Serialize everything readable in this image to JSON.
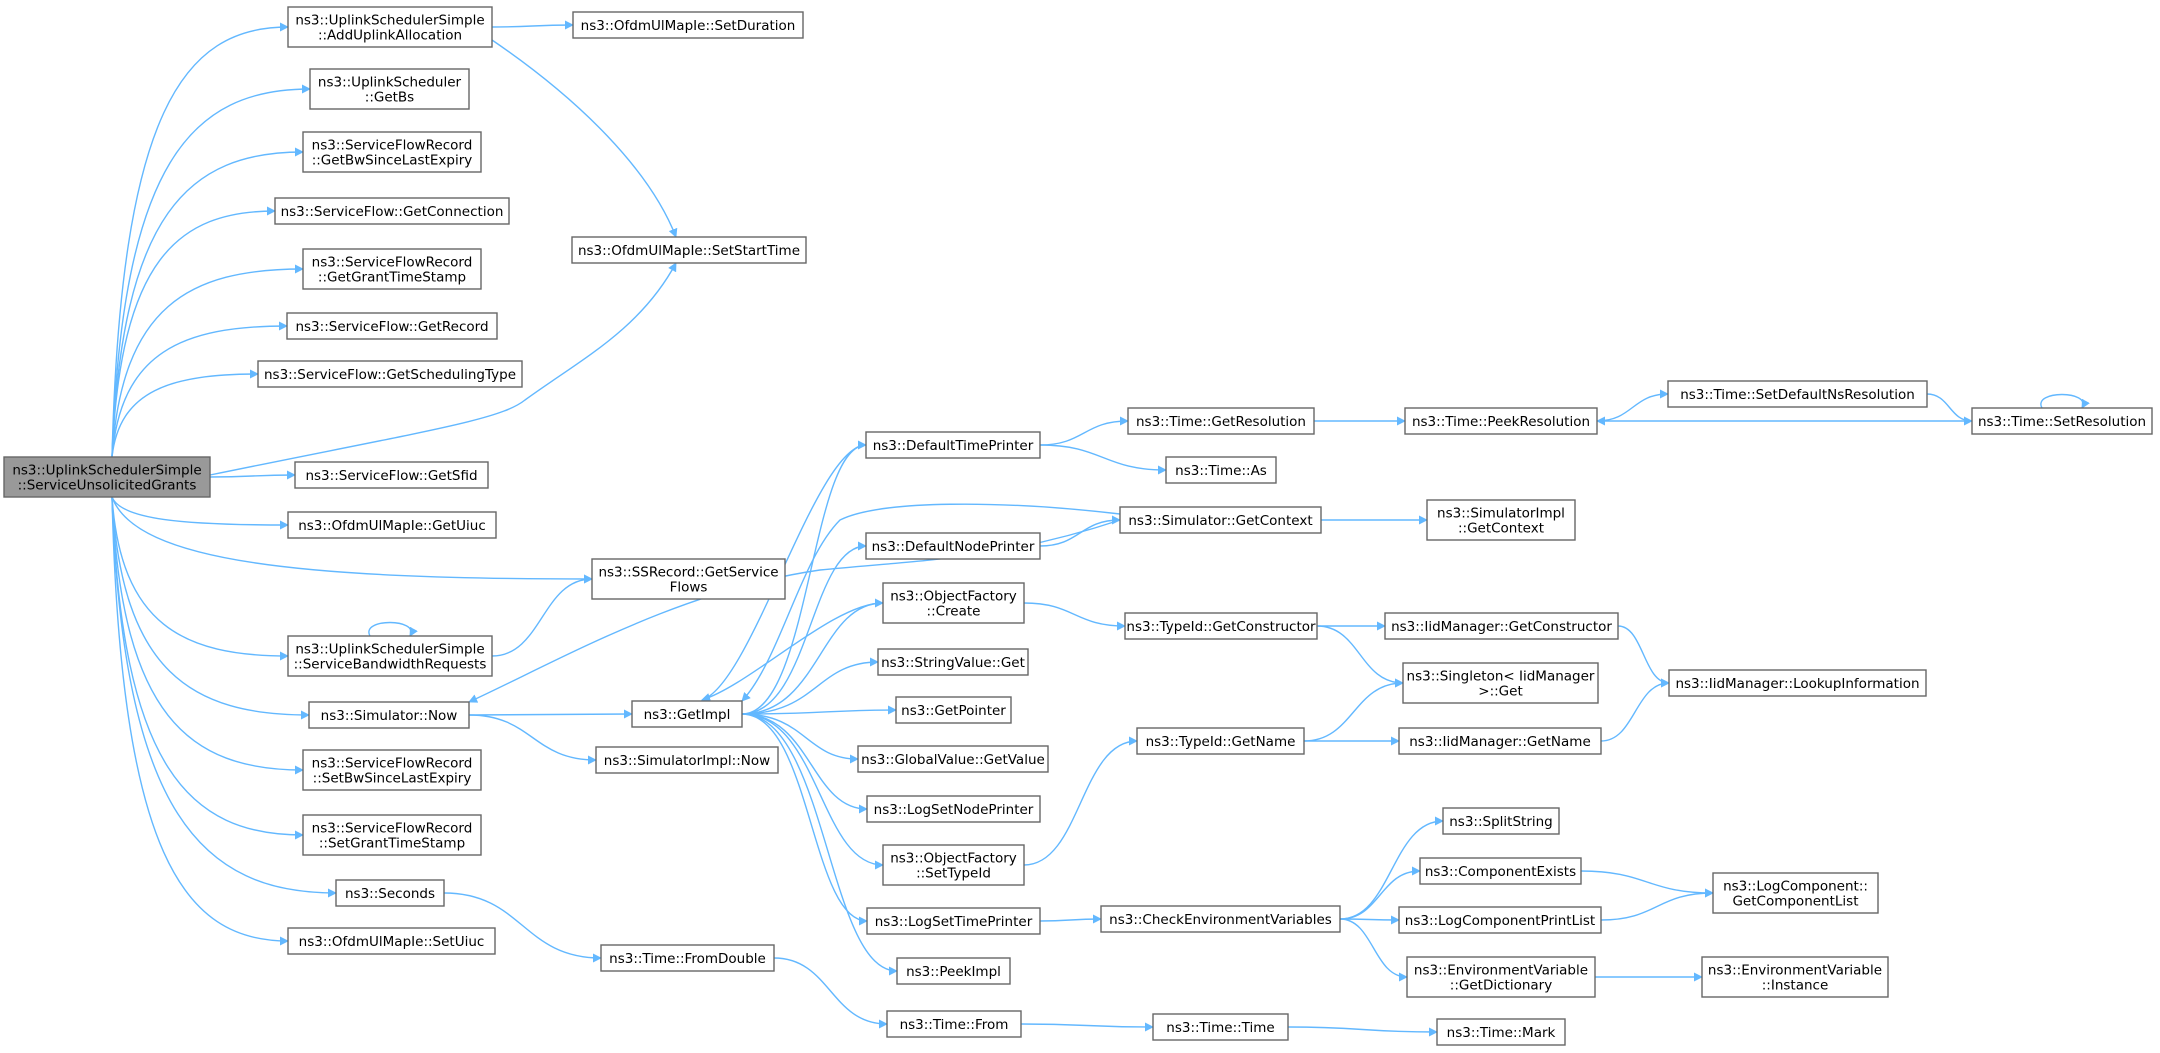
{
  "diagram": {
    "type": "call-graph",
    "colors": {
      "edge": "#63b8ff",
      "root_fill": "#999999",
      "node_border": "#666666"
    },
    "nodes": [
      {
        "id": "root",
        "lines": [
          "ns3::UplinkSchedulerSimple",
          "::ServiceUnsolicitedGrants"
        ],
        "highlight": true
      },
      {
        "id": "addUplink",
        "lines": [
          "ns3::UplinkSchedulerSimple",
          "::AddUplinkAllocation"
        ]
      },
      {
        "id": "setDuration",
        "lines": [
          "ns3::OfdmUlMapIe::SetDuration"
        ]
      },
      {
        "id": "getBs",
        "lines": [
          "ns3::UplinkScheduler",
          "::GetBs"
        ]
      },
      {
        "id": "getBwSince",
        "lines": [
          "ns3::ServiceFlowRecord",
          "::GetBwSinceLastExpiry"
        ]
      },
      {
        "id": "getConnection",
        "lines": [
          "ns3::ServiceFlow::GetConnection"
        ]
      },
      {
        "id": "getGrantTS",
        "lines": [
          "ns3::ServiceFlowRecord",
          "::GetGrantTimeStamp"
        ]
      },
      {
        "id": "getRecord",
        "lines": [
          "ns3::ServiceFlow::GetRecord"
        ]
      },
      {
        "id": "getSchedType",
        "lines": [
          "ns3::ServiceFlow::GetSchedulingType"
        ]
      },
      {
        "id": "setStartTime",
        "lines": [
          "ns3::OfdmUlMapIe::SetStartTime"
        ]
      },
      {
        "id": "getSfid",
        "lines": [
          "ns3::ServiceFlow::GetSfid"
        ]
      },
      {
        "id": "getUiuc",
        "lines": [
          "ns3::OfdmUlMapIe::GetUiuc"
        ]
      },
      {
        "id": "getServiceFlows",
        "lines": [
          "ns3::SSRecord::GetService",
          "Flows"
        ]
      },
      {
        "id": "serviceBw",
        "lines": [
          "ns3::UplinkSchedulerSimple",
          "::ServiceBandwidthRequests"
        ]
      },
      {
        "id": "simNow",
        "lines": [
          "ns3::Simulator::Now"
        ]
      },
      {
        "id": "setBwSince",
        "lines": [
          "ns3::ServiceFlowRecord",
          "::SetBwSinceLastExpiry"
        ]
      },
      {
        "id": "setGrantTS",
        "lines": [
          "ns3::ServiceFlowRecord",
          "::SetGrantTimeStamp"
        ]
      },
      {
        "id": "seconds",
        "lines": [
          "ns3::Seconds"
        ]
      },
      {
        "id": "setUiuc",
        "lines": [
          "ns3::OfdmUlMapIe::SetUiuc"
        ]
      },
      {
        "id": "getImpl",
        "lines": [
          "ns3::GetImpl"
        ]
      },
      {
        "id": "simImplNow",
        "lines": [
          "ns3::SimulatorImpl::Now"
        ]
      },
      {
        "id": "fromDouble",
        "lines": [
          "ns3::Time::FromDouble"
        ]
      },
      {
        "id": "defTimePrinter",
        "lines": [
          "ns3::DefaultTimePrinter"
        ]
      },
      {
        "id": "defNodePrinter",
        "lines": [
          "ns3::DefaultNodePrinter"
        ]
      },
      {
        "id": "ofCreate",
        "lines": [
          "ns3::ObjectFactory",
          "::Create"
        ]
      },
      {
        "id": "strGet",
        "lines": [
          "ns3::StringValue::Get"
        ]
      },
      {
        "id": "getPointer",
        "lines": [
          "ns3::GetPointer"
        ]
      },
      {
        "id": "gvGetValue",
        "lines": [
          "ns3::GlobalValue::GetValue"
        ]
      },
      {
        "id": "logSetNode",
        "lines": [
          "ns3::LogSetNodePrinter"
        ]
      },
      {
        "id": "ofSetTypeId",
        "lines": [
          "ns3::ObjectFactory",
          "::SetTypeId"
        ]
      },
      {
        "id": "logSetTime",
        "lines": [
          "ns3::LogSetTimePrinter"
        ]
      },
      {
        "id": "peekImpl",
        "lines": [
          "ns3::PeekImpl"
        ]
      },
      {
        "id": "timeFrom",
        "lines": [
          "ns3::Time::From"
        ]
      },
      {
        "id": "getResolution",
        "lines": [
          "ns3::Time::GetResolution"
        ]
      },
      {
        "id": "timeAs",
        "lines": [
          "ns3::Time::As"
        ]
      },
      {
        "id": "simGetContext",
        "lines": [
          "ns3::Simulator::GetContext"
        ]
      },
      {
        "id": "tidGetCtor",
        "lines": [
          "ns3::TypeId::GetConstructor"
        ]
      },
      {
        "id": "tidGetName",
        "lines": [
          "ns3::TypeId::GetName"
        ]
      },
      {
        "id": "checkEnv",
        "lines": [
          "ns3::CheckEnvironmentVariables"
        ]
      },
      {
        "id": "timeTime",
        "lines": [
          "ns3::Time::Time"
        ]
      },
      {
        "id": "peekRes",
        "lines": [
          "ns3::Time::PeekResolution"
        ]
      },
      {
        "id": "simImplGetCtx",
        "lines": [
          "ns3::SimulatorImpl",
          "::GetContext"
        ]
      },
      {
        "id": "iidGetCtor",
        "lines": [
          "ns3::IidManager::GetConstructor"
        ]
      },
      {
        "id": "singletonGet",
        "lines": [
          "ns3::Singleton< IidManager",
          ">::Get"
        ]
      },
      {
        "id": "iidGetName",
        "lines": [
          "ns3::IidManager::GetName"
        ]
      },
      {
        "id": "splitString",
        "lines": [
          "ns3::SplitString"
        ]
      },
      {
        "id": "compExists",
        "lines": [
          "ns3::ComponentExists"
        ]
      },
      {
        "id": "logCompPrint",
        "lines": [
          "ns3::LogComponentPrintList"
        ]
      },
      {
        "id": "envGetDict",
        "lines": [
          "ns3::EnvironmentVariable",
          "::GetDictionary"
        ]
      },
      {
        "id": "timeMark",
        "lines": [
          "ns3::Time::Mark"
        ]
      },
      {
        "id": "setDefNsRes",
        "lines": [
          "ns3::Time::SetDefaultNsResolution"
        ]
      },
      {
        "id": "setRes",
        "lines": [
          "ns3::Time::SetResolution"
        ]
      },
      {
        "id": "iidLookup",
        "lines": [
          "ns3::IidManager::LookupInformation"
        ]
      },
      {
        "id": "getCompList",
        "lines": [
          "ns3::LogComponent::",
          "GetComponentList"
        ]
      },
      {
        "id": "envInstance",
        "lines": [
          "ns3::EnvironmentVariable",
          "::Instance"
        ]
      }
    ]
  }
}
